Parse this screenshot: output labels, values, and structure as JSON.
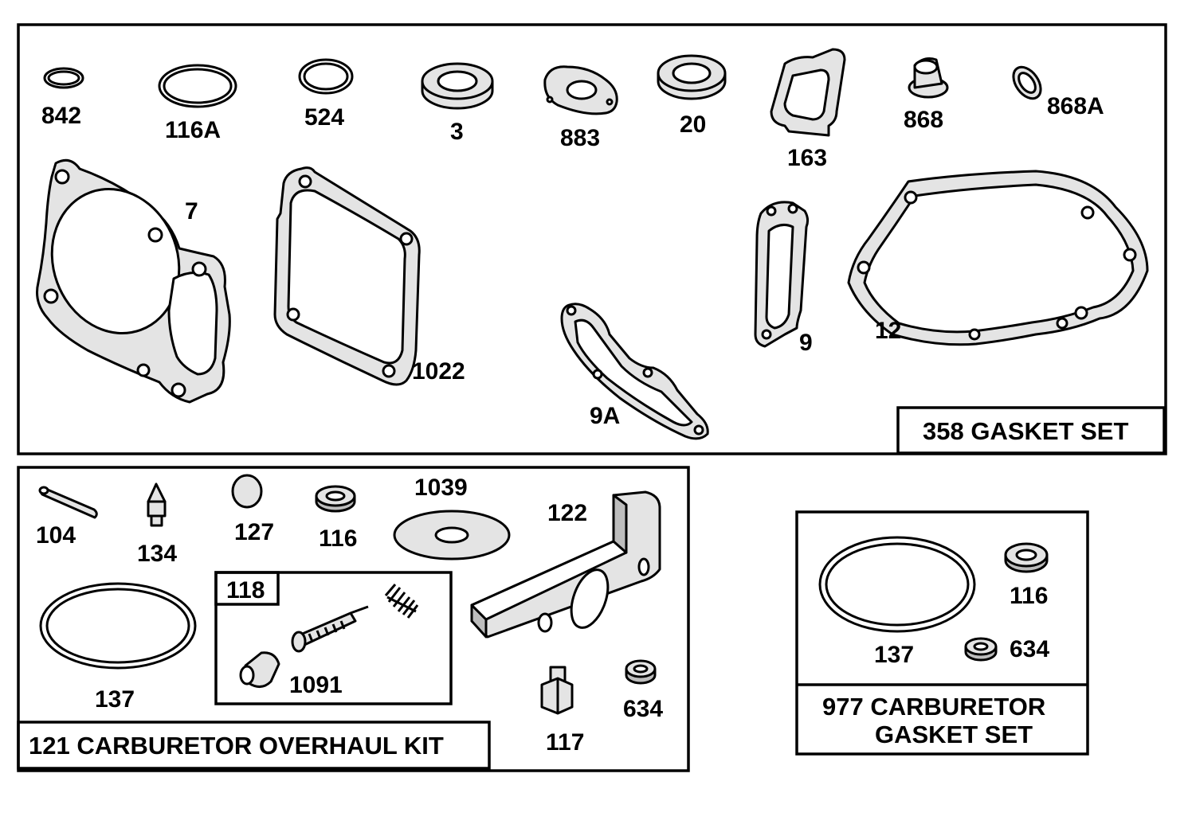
{
  "panels": {
    "gasket_set": {
      "title": "358 GASKET SET",
      "parts": [
        "842",
        "116A",
        "524",
        "3",
        "883",
        "20",
        "163",
        "868",
        "868A",
        "7",
        "1022",
        "9A",
        "9",
        "12"
      ]
    },
    "overhaul_kit": {
      "title": "121 CARBURETOR OVERHAUL KIT",
      "parts": [
        "104",
        "134",
        "127",
        "116",
        "1039",
        "122",
        "137",
        "117",
        "634"
      ],
      "subkit": {
        "title": "118",
        "parts": [
          "1091"
        ]
      }
    },
    "carb_gasket_set": {
      "title_line1": "977 CARBURETOR",
      "title_line2": "GASKET SET",
      "parts": [
        "116",
        "137",
        "634"
      ]
    }
  }
}
